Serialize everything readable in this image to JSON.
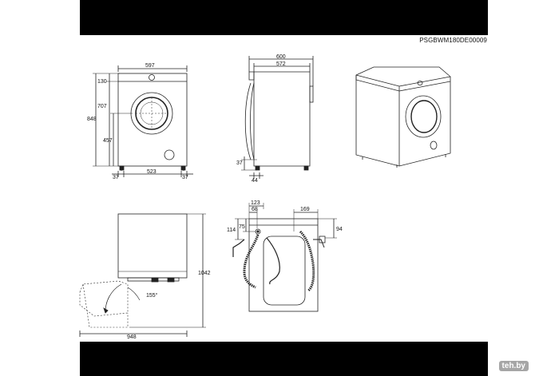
{
  "document_code": "PSGBWM180DE00009",
  "front_view": {
    "width": "597",
    "top_to_door": "130",
    "door_height": "707",
    "total_height": "848",
    "drain_height": "457",
    "foot_left": "37",
    "foot_spacing": "523",
    "foot_right": "37"
  },
  "side_view": {
    "depth_total": "600",
    "depth_body": "572",
    "foot_height": "37",
    "foot_offset": "44"
  },
  "top_view": {
    "width_with_door": "948",
    "height_door_open": "1042",
    "door_angle": "155°"
  },
  "back_view": {
    "offset_left": "123",
    "offset_inner": "68",
    "offset_right": "169",
    "height_114": "114",
    "height_75": "75",
    "height_94": "94"
  },
  "watermark": "teh.by"
}
